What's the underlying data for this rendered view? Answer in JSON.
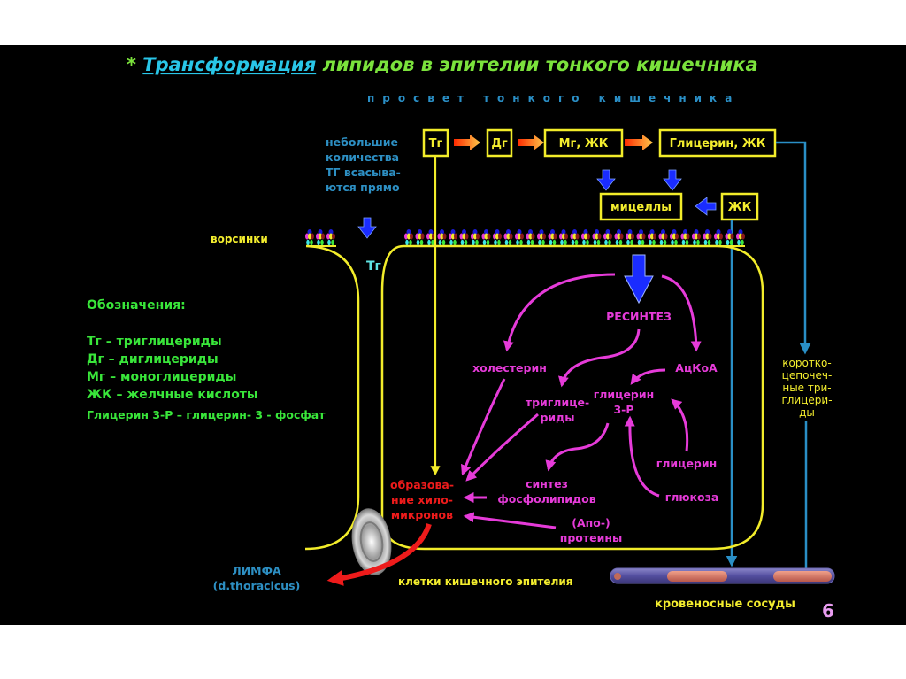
{
  "slide": {
    "title_prefix": "* ",
    "title_link": "Трансформация",
    "title_rest": " липидов в эпителии тонкого кишечника",
    "lumen_label": "просвет тонкого кишечника",
    "page_number": "6"
  },
  "lumen_chain": {
    "note_lines": [
      "небольшие",
      "количества",
      "ТГ всасыва-",
      "ются прямо"
    ],
    "boxes": [
      "Тг",
      "Дг",
      "Мг, ЖК",
      "Глицерин, ЖК"
    ],
    "micelles": "мицеллы",
    "bile_acids_box": "ЖК"
  },
  "villi_label": "ворсинки",
  "tg_label": "Тг",
  "legend": {
    "heading": "Обозначения:",
    "items": [
      "Тг –  триглицериды",
      "Дг –  диглицериды",
      "Мг – моноглицериды",
      "ЖК – желчные кислоты"
    ],
    "note": "Глицерин 3-Р – глицерин- 3 - фосфат"
  },
  "cell": {
    "resynthesis": "РЕСИНТЕЗ",
    "cholesterol": "холестерин",
    "acetyl_coa": "АцКоА",
    "triglycerides_lines": [
      "триглице-",
      "риды"
    ],
    "glycerol3p_lines": [
      "глицерин",
      "3-Р"
    ],
    "glycerol": "глицерин",
    "glucose": "глюкоза",
    "phospholipid_lines": [
      "синтез",
      "фосфолипидов"
    ],
    "apoproteins_lines": [
      "(Апо-)",
      "протеины"
    ],
    "chylomicron_lines": [
      "образова-",
      "ние хило-",
      "микронов"
    ]
  },
  "short_chain_tg_lines": [
    "коротко-",
    "цепочеч-",
    "ные три-",
    "глицери-",
    "ды"
  ],
  "lymph_lines": [
    "ЛИМФА",
    "(d.thoracicus)"
  ],
  "epithelial_cells_label": "клетки кишечного эпителия",
  "blood_vessels_label": "кровеносные сосуды",
  "colors": {
    "background": "#000000",
    "title_link": "#29c6e8",
    "title_text": "#7be23c",
    "box": "#f2ec2a",
    "process_arrow": "#e63bd9",
    "blue_arrow": "#1a2cff",
    "flow_line": "#2a8fc6",
    "lymph_arrow": "#ee1b1b"
  }
}
